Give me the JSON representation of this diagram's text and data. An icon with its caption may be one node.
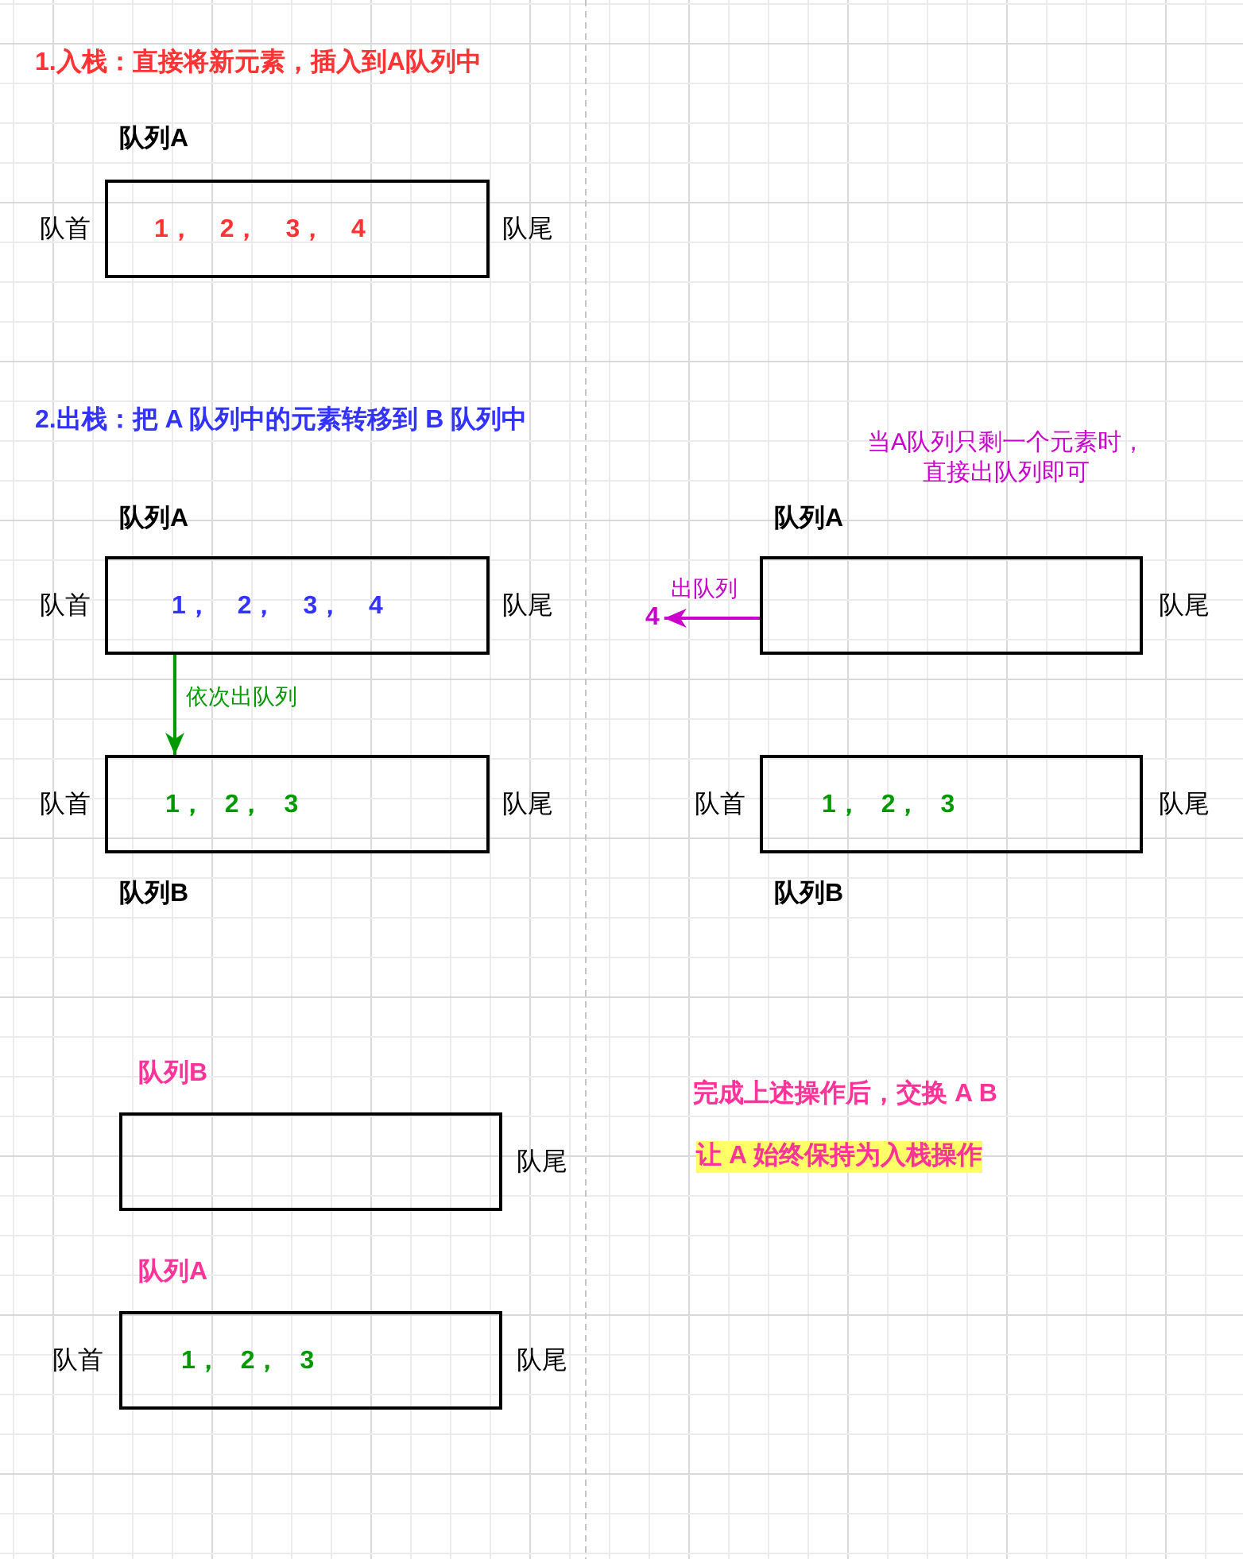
{
  "diagram": {
    "nodes": [
      {
        "text": [
          "队列A",
          "1， 2， 3， 4"
        ],
        "beside": [
          "队首",
          "队尾"
        ]
      },
      {
        "text": [
          "队列A",
          "1， 2， 3， 4"
        ],
        "beside": [
          "队首",
          "队尾"
        ]
      },
      {
        "text": [
          "队列A"
        ],
        "beside": [
          "队尾"
        ]
      },
      {
        "text": [
          "4"
        ]
      },
      {
        "text": [
          "1， 2， 3",
          "队列B"
        ],
        "beside": [
          "队首",
          "队尾"
        ]
      },
      {
        "text": [
          "1， 2， 3",
          "队列B"
        ],
        "beside": [
          "队首",
          "队尾"
        ]
      },
      {
        "text": [
          "队列B"
        ],
        "beside": [
          "队尾"
        ]
      },
      {
        "text": [
          "队列A",
          "1， 2， 3"
        ],
        "beside": [
          "队首",
          "队尾"
        ]
      }
    ],
    "edges": [
      {
        "from": 1,
        "to": 4,
        "arrow": "to",
        "label": "依次出队列",
        "color": "#009900"
      },
      {
        "from": 2,
        "to": 3,
        "arrow": "to",
        "label": "出队列",
        "color": "#cc00cc"
      }
    ],
    "labels": [
      "1.入栈：直接将新元素，插入到A队列中",
      "2.出栈：把 A 队列中的元素转移到 B 队列中",
      "当A队列只剩一个元素时，直接出队列即可",
      "完成上述操作后，交换 A B",
      "让 A 始终保持为入栈操作"
    ]
  }
}
